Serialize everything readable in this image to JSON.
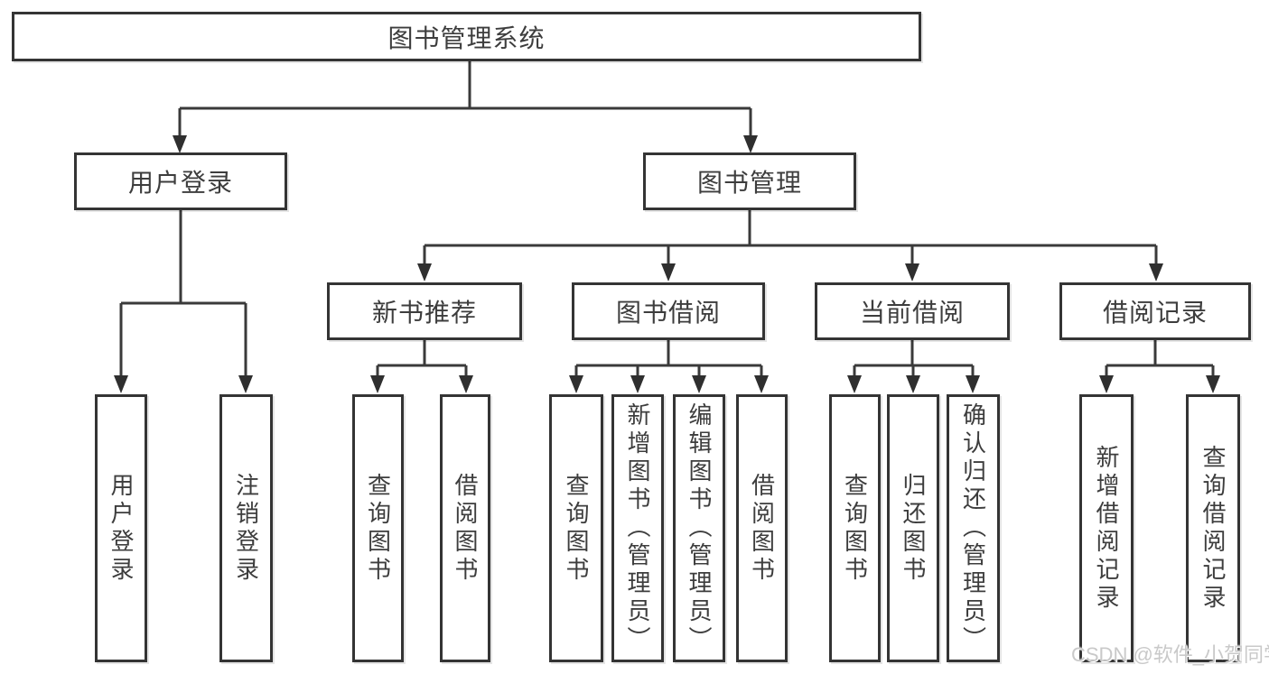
{
  "diagram": {
    "root": {
      "label": "图书管理系统"
    },
    "level2": [
      {
        "label": "用户登录"
      },
      {
        "label": "图书管理"
      }
    ],
    "level3": [
      {
        "label": "新书推荐"
      },
      {
        "label": "图书借阅"
      },
      {
        "label": "当前借阅"
      },
      {
        "label": "借阅记录"
      }
    ],
    "leaves": [
      {
        "label": "用户登录",
        "parent": "用户登录"
      },
      {
        "label": "注销登录",
        "parent": "用户登录"
      },
      {
        "label": "查询图书",
        "parent": "新书推荐"
      },
      {
        "label": "借阅图书",
        "parent": "新书推荐"
      },
      {
        "label": "查询图书",
        "parent": "图书借阅"
      },
      {
        "label": "新增图书（管理员）",
        "parent": "图书借阅"
      },
      {
        "label": "编辑图书（管理员）",
        "parent": "图书借阅"
      },
      {
        "label": "借阅图书",
        "parent": "图书借阅"
      },
      {
        "label": "查询图书",
        "parent": "当前借阅"
      },
      {
        "label": "归还图书",
        "parent": "当前借阅"
      },
      {
        "label": "确认归还（管理员）",
        "parent": "当前借阅"
      },
      {
        "label": "新增借阅记录",
        "parent": "借阅记录"
      },
      {
        "label": "查询借阅记录",
        "parent": "借阅记录"
      }
    ],
    "watermark": "CSDN @软件_小贺同学",
    "colors": {
      "line": "#3a3a3a",
      "border": "#343434",
      "text": "#3d3d3d",
      "watermark": "#c9c9c9",
      "background": "#ffffff"
    }
  }
}
